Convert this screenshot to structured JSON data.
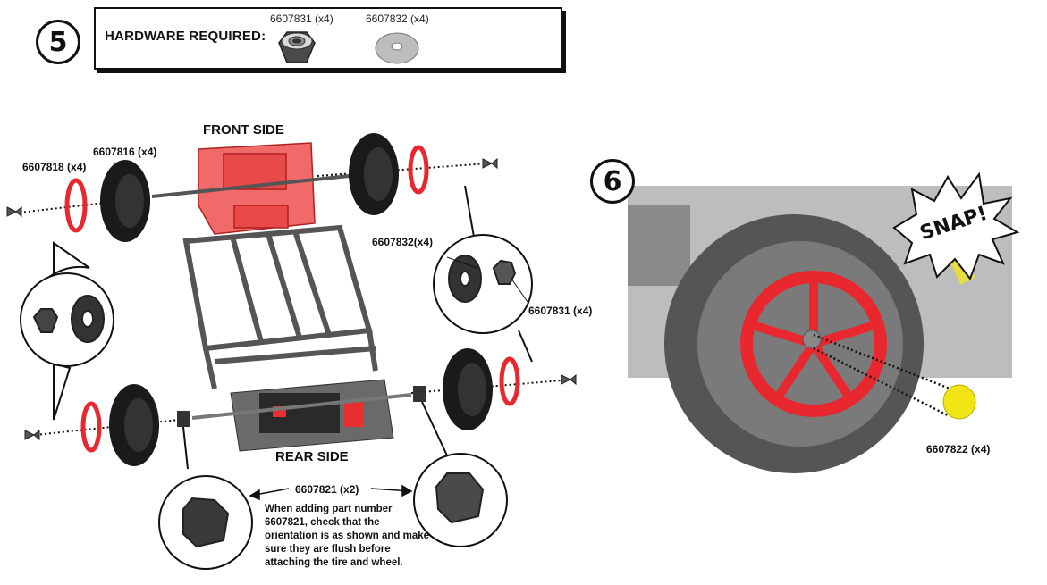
{
  "step5": {
    "number": "5",
    "hardware_title": "HARDWARE REQUIRED:",
    "hardware": [
      {
        "code": "6607831 (x4)",
        "icon": "lock-nut-icon"
      },
      {
        "code": "6607832 (x4)",
        "icon": "washer-icon"
      }
    ],
    "front_side": "FRONT SIDE",
    "rear_side": "REAR SIDE",
    "callouts": {
      "left_hubcap": "6607818 (x4)",
      "left_tire": "6607816 (x4)",
      "right_washer": "6607832(x4)",
      "right_nut": "6607831 (x4)",
      "bushing": "6607821 (x2)"
    },
    "note": "When adding part number 6607821, check that the orientation is as shown and make sure they are flush before attaching the tire and wheel."
  },
  "step6": {
    "number": "6",
    "snap_text": "SNAP!",
    "cap_code": "6607822 (x4)"
  },
  "colors": {
    "red_part": "#e8282e",
    "frame_gray": "#555555",
    "tire_black": "#1a1a1a",
    "cap_yellow": "#f0e414"
  }
}
